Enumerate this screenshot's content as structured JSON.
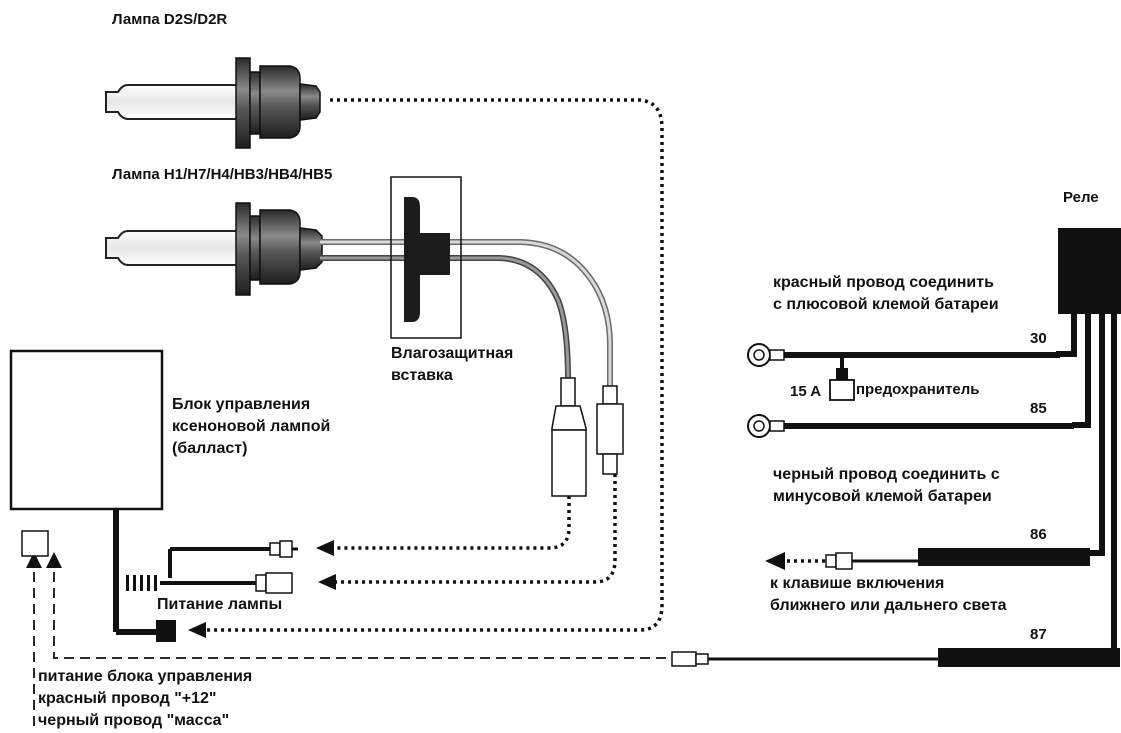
{
  "labels": {
    "lamp_d2s": "Лампа D2S/D2R",
    "lamp_h": "Лампа H1/H7/H4/HB3/HB4/HB5",
    "relay": "Реле",
    "moisture": [
      "Влагозащитная",
      "вставка"
    ],
    "ballast": [
      "Блок управления",
      "ксеноновой лампой",
      "(балласт)"
    ],
    "red_wire": [
      "красный провод соединить",
      "с плюсовой клемой батареи"
    ],
    "pin30": "30",
    "fuse_amp": "15 A",
    "fuse": "предохранитель",
    "pin85": "85",
    "black_wire": [
      "черный провод соединить с",
      "минусовой клемой батареи"
    ],
    "pin86": "86",
    "switch": [
      "к клавише включения",
      "ближнего или дальнего света"
    ],
    "lamp_power": "Питание лампы",
    "pin87": "87",
    "ballast_power": [
      "питание блока управления",
      "красный провод \"+12\"",
      "черный провод \"масса\""
    ]
  }
}
